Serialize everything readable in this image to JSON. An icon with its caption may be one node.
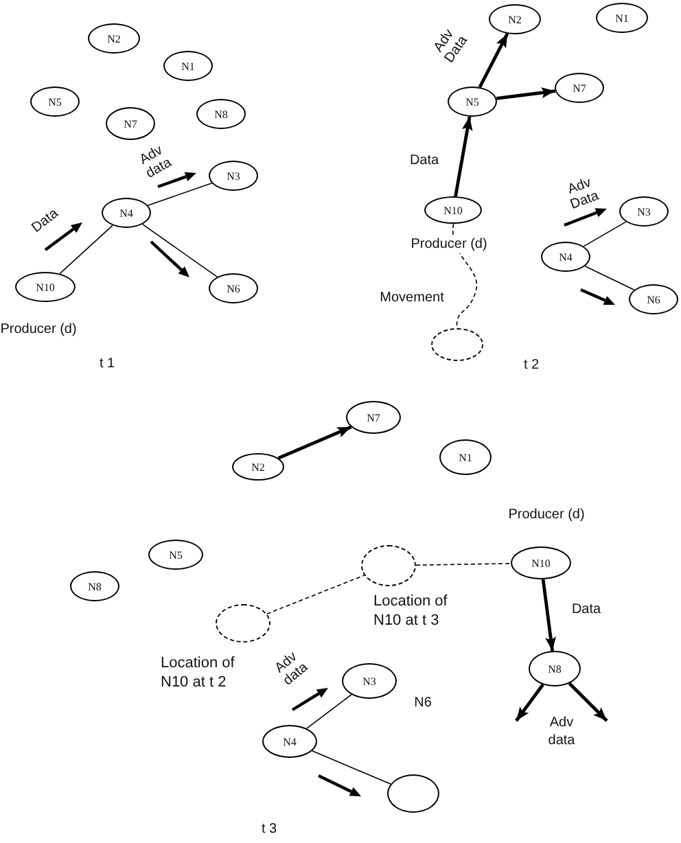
{
  "diagram": {
    "nodes": [
      {
        "text": [
          "N2"
        ]
      },
      {
        "text": [
          "N1"
        ]
      },
      {
        "text": [
          "N5"
        ]
      },
      {
        "text": [
          "N7"
        ]
      },
      {
        "text": [
          "N8"
        ]
      },
      {
        "text": [
          "N3"
        ]
      },
      {
        "text": [
          "N4"
        ]
      },
      {
        "text": [
          "N10"
        ],
        "beside": [
          "Producer (d)"
        ]
      },
      {
        "text": [
          "N6"
        ]
      },
      {
        "text": [
          "N2"
        ]
      },
      {
        "text": [
          "N1"
        ]
      },
      {
        "text": [
          "N5"
        ]
      },
      {
        "text": [
          "N7"
        ]
      },
      {
        "text": [
          "N10"
        ],
        "beside": [
          "Producer (d)"
        ]
      },
      {
        "text": [
          "N3"
        ]
      },
      {
        "text": [
          "N4"
        ]
      },
      {
        "text": [
          "N6"
        ]
      },
      {
        "text": [],
        "shape": "circle"
      },
      {
        "text": [
          "N2"
        ]
      },
      {
        "text": [
          "N7"
        ]
      },
      {
        "text": [
          "N1"
        ]
      },
      {
        "text": [
          "N8"
        ]
      },
      {
        "text": [
          "N5"
        ]
      },
      {
        "text": [],
        "shape": "circle",
        "beside": [
          "Location of N10 at t 3"
        ]
      },
      {
        "text": [
          "N10"
        ],
        "beside": [
          "Producer (d)"
        ]
      },
      {
        "text": [],
        "shape": "circle",
        "beside": [
          "Location of N10 at t 2"
        ]
      },
      {
        "text": [
          "N8"
        ]
      },
      {
        "text": [
          "N3"
        ]
      },
      {
        "text": [
          "N4"
        ]
      },
      {
        "text": [],
        "shape": "circle"
      }
    ],
    "edges": [
      {
        "from": 7,
        "to": 6,
        "arrow": "none",
        "label": "Data"
      },
      {
        "from": 6,
        "to": 5,
        "arrow": "none",
        "label": "Adv data"
      },
      {
        "from": 6,
        "to": 8,
        "arrow": "none"
      },
      {
        "from": 13,
        "to": 11,
        "arrow": "to",
        "label": "Data",
        "style": "thick"
      },
      {
        "from": 11,
        "to": 9,
        "arrow": "to",
        "label": "Adv Data",
        "style": "thick"
      },
      {
        "from": 11,
        "to": 12,
        "arrow": "to",
        "style": "thick"
      },
      {
        "from": 15,
        "to": 14,
        "arrow": "none",
        "label": "Adv Data"
      },
      {
        "from": 15,
        "to": 16,
        "arrow": "none"
      },
      {
        "from": 13,
        "to": 17,
        "arrow": "none",
        "label": "Movement",
        "style": "dashed"
      },
      {
        "from": 18,
        "to": 19,
        "arrow": "to",
        "style": "thick"
      },
      {
        "from": 25,
        "to": 23,
        "arrow": "none",
        "style": "dashed"
      },
      {
        "from": 23,
        "to": 24,
        "arrow": "none",
        "style": "dashed"
      },
      {
        "from": 24,
        "to": 26,
        "arrow": "to",
        "label": "Data",
        "style": "thick"
      },
      {
        "from": 26,
        "to": null,
        "arrow": "to",
        "style": "thick"
      },
      {
        "from": 26,
        "to": null,
        "arrow": "to",
        "style": "thick"
      },
      {
        "from": 28,
        "to": 27,
        "arrow": "none",
        "label": "Adv data"
      },
      {
        "from": 28,
        "to": 29,
        "arrow": "none"
      }
    ],
    "labels": [
      "t 1",
      "t 2",
      "N6",
      "Adv data",
      "t 3"
    ]
  }
}
